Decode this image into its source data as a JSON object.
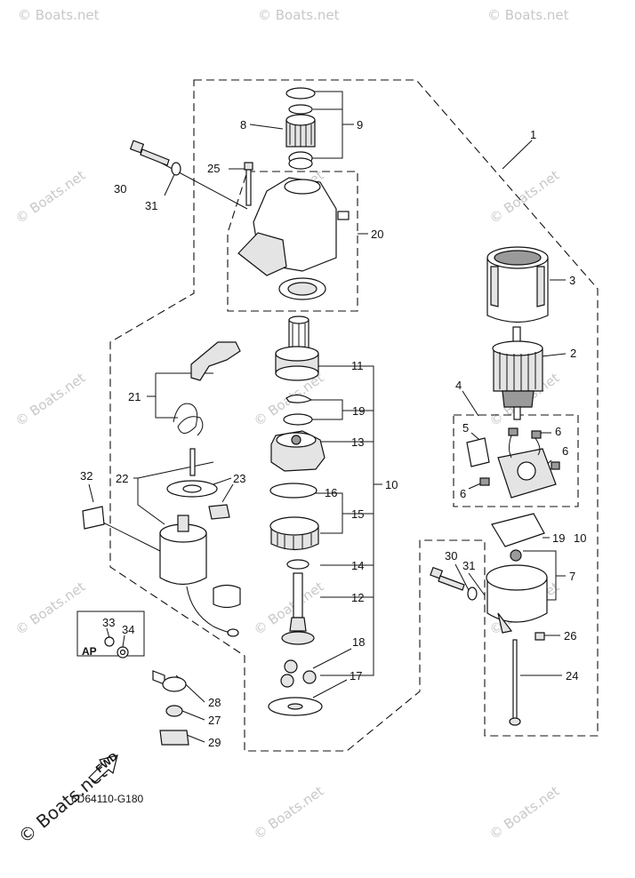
{
  "diagram_code": "6D64110-G180",
  "watermark": "© Boats.net",
  "copyright_mark": "© Boats.net",
  "fwd_label": "FWD",
  "ap_label": "AP",
  "callouts": {
    "n1": "1",
    "n2": "2",
    "n3": "3",
    "n4": "4",
    "n5": "5",
    "n6a": "6",
    "n6b": "6",
    "n6c": "6",
    "n7": "7",
    "n8": "8",
    "n9": "9",
    "n10": "10",
    "n1910": "19",
    "n10b": "10",
    "n11": "11",
    "n12": "12",
    "n13": "13",
    "n14": "14",
    "n15": "15",
    "n16": "16",
    "n17": "17",
    "n18": "18",
    "n19": "19",
    "n20": "20",
    "n21": "21",
    "n22": "22",
    "n23": "23",
    "n24": "24",
    "n25": "25",
    "n26": "26",
    "n27": "27",
    "n28": "28",
    "n29": "29",
    "n30a": "30",
    "n30b": "30",
    "n31a": "31",
    "n31b": "31",
    "n32": "32",
    "n33": "33",
    "n34": "34"
  }
}
